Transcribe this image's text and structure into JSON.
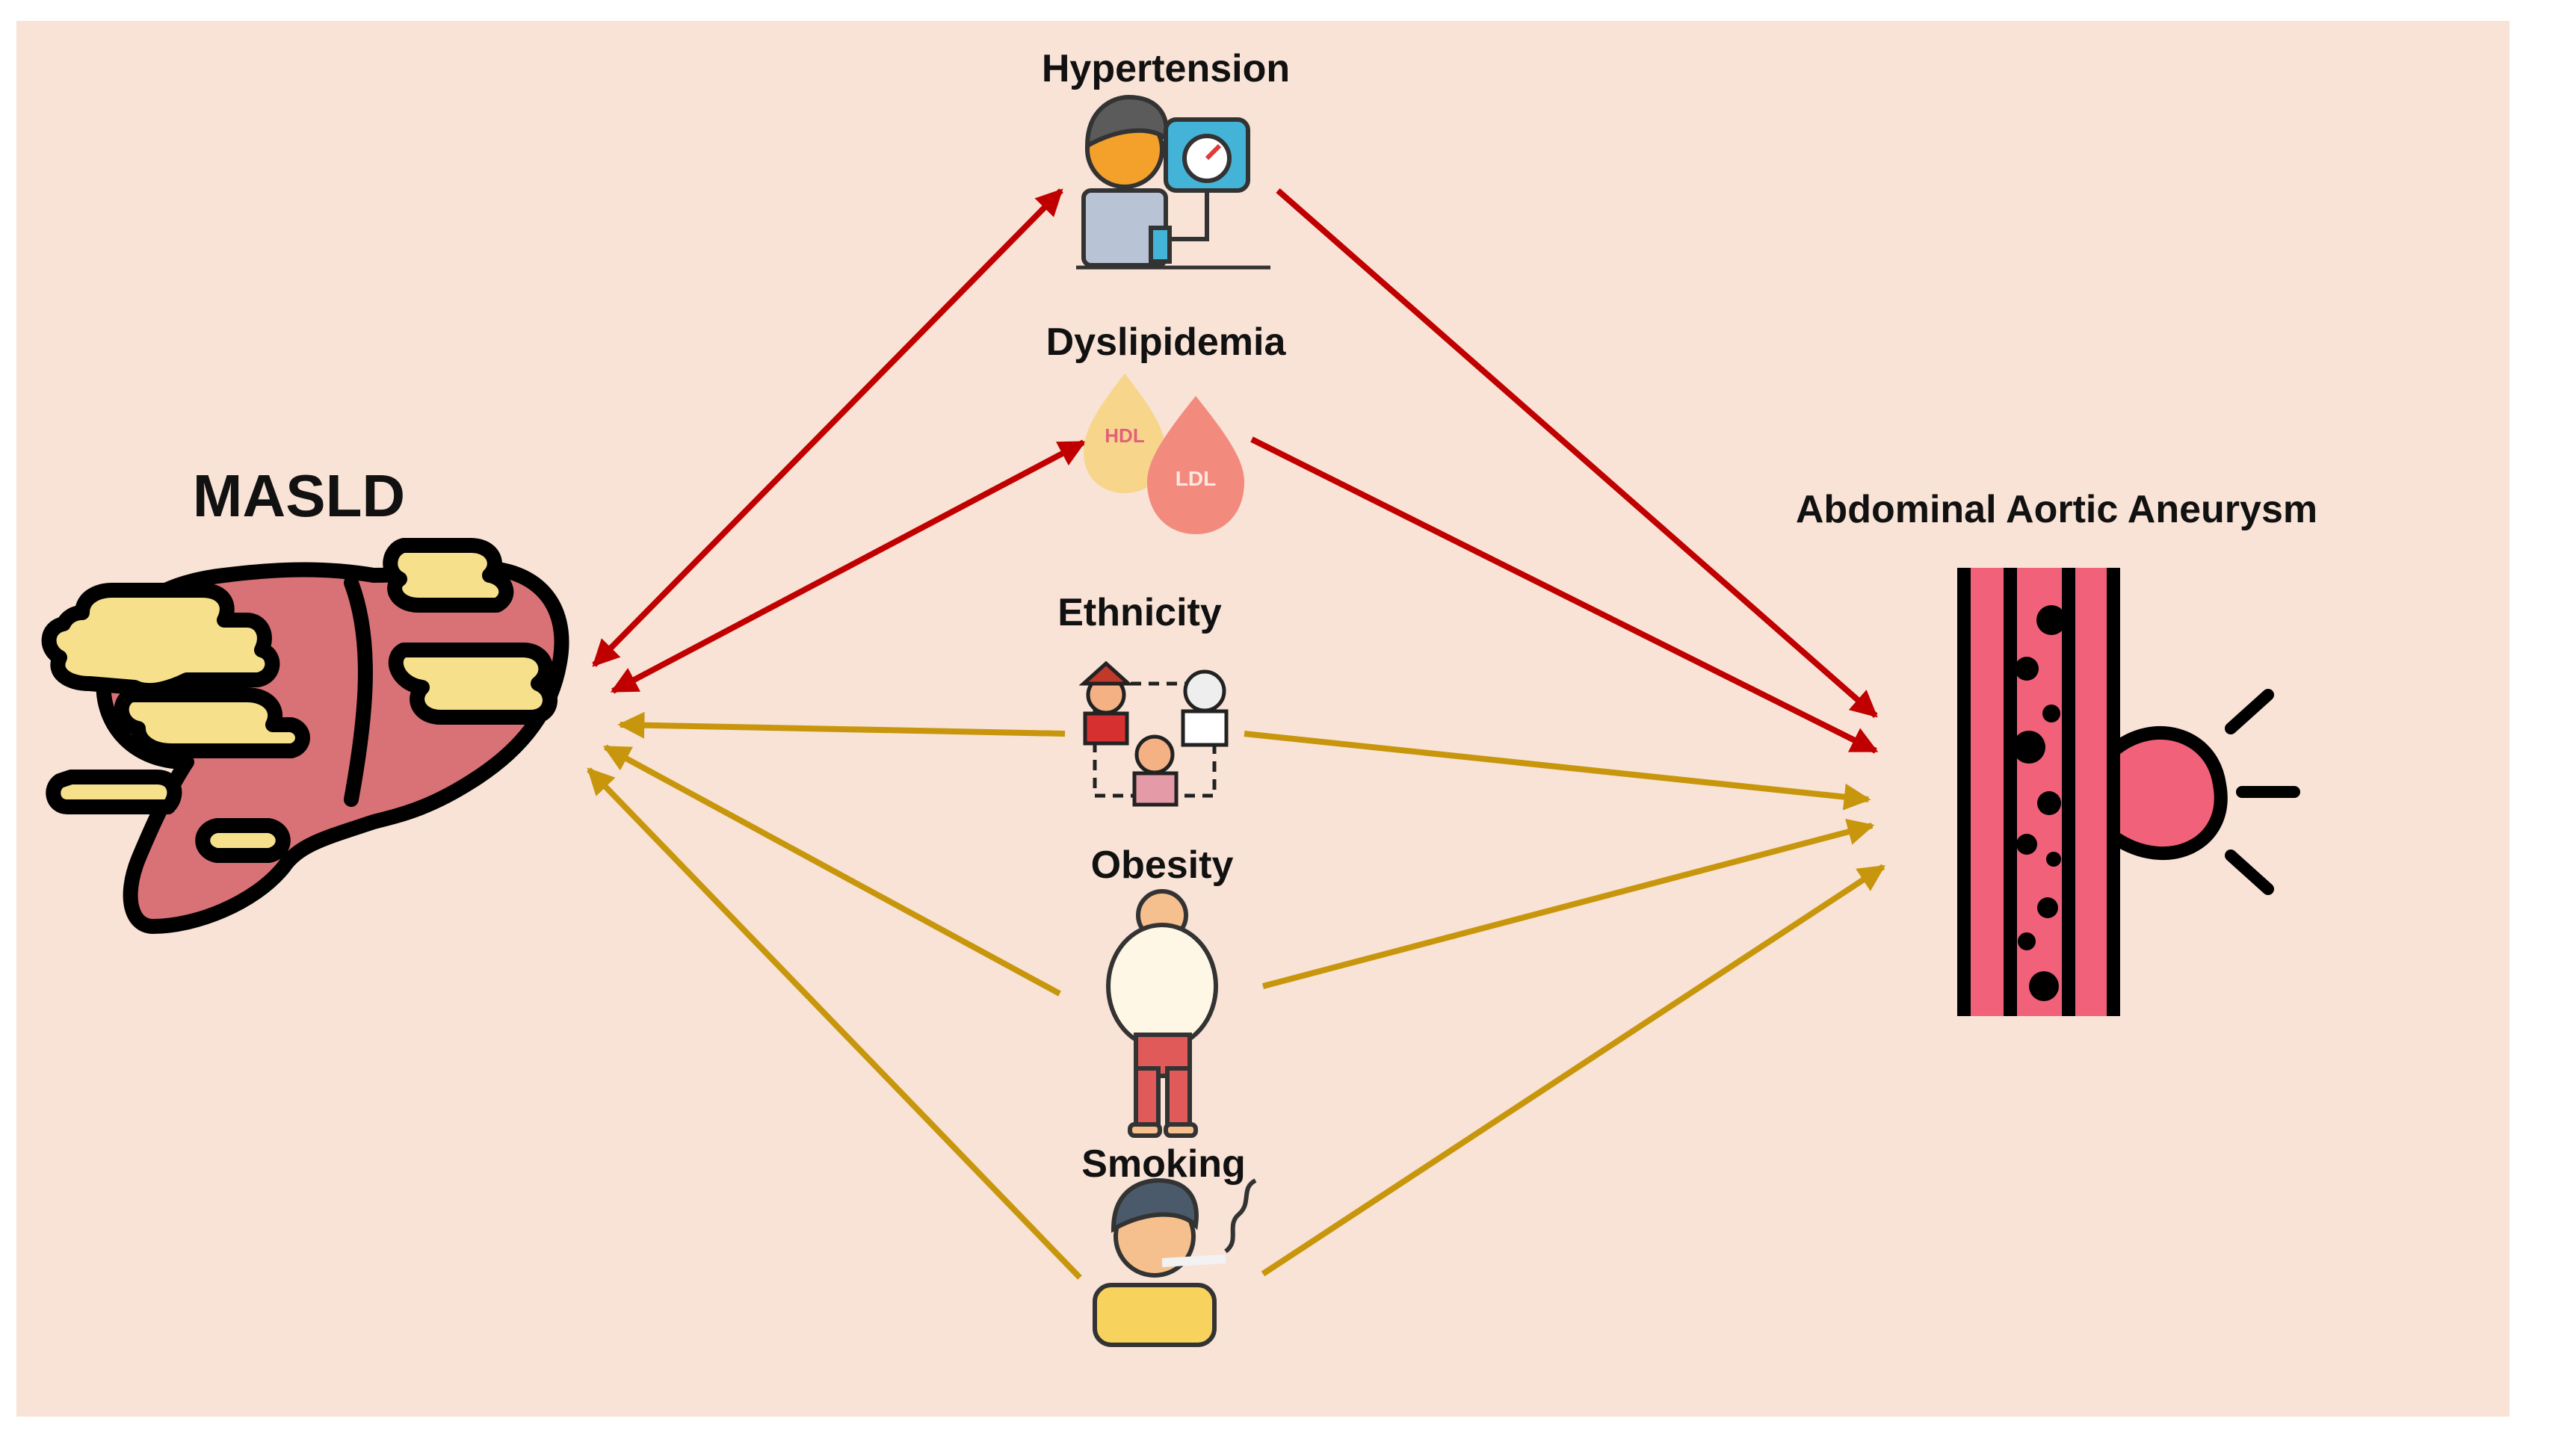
{
  "colors": {
    "background": "#f8e3d6",
    "arrow_bidirectional": "#c00000",
    "arrow_unidirectional": "#c8960c",
    "liver": "#d97276",
    "fat": "#f7e08c",
    "vessel": "#f2617a",
    "outline": "#000000"
  },
  "nodes": {
    "masld": {
      "label": "MASLD",
      "icon": "fatty-liver-icon"
    },
    "aaa": {
      "label": "Abdominal Aortic Aneurysm",
      "icon": "aneurysm-vessel-icon"
    }
  },
  "factors": [
    {
      "id": "hypertension",
      "label": "Hypertension",
      "icon": "blood-pressure-icon",
      "link_to_masld": "bidirectional"
    },
    {
      "id": "dyslipidemia",
      "label": "Dyslipidemia",
      "icon": "lipid-drops-icon",
      "link_to_masld": "bidirectional"
    },
    {
      "id": "ethnicity",
      "label": "Ethnicity",
      "icon": "ethnic-groups-icon",
      "link_to_masld": "to-masld"
    },
    {
      "id": "obesity",
      "label": "Obesity",
      "icon": "obese-person-icon",
      "link_to_masld": "to-masld"
    },
    {
      "id": "smoking",
      "label": "Smoking",
      "icon": "smoker-icon",
      "link_to_masld": "to-masld"
    }
  ],
  "icon_text": {
    "hdl": "HDL",
    "ldl": "LDL"
  }
}
